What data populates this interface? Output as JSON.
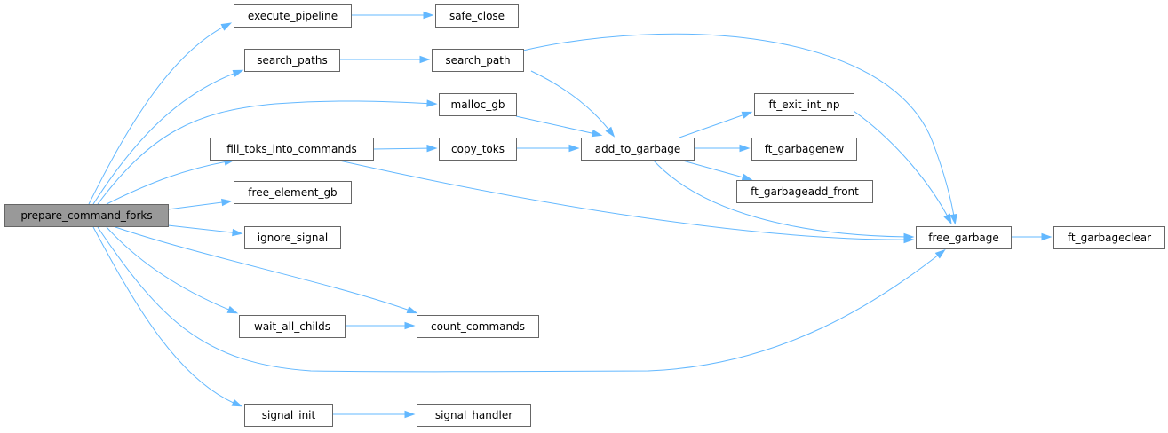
{
  "graph": {
    "accent_color": "#63b8ff",
    "root_fill": "#999999",
    "nodes": [
      {
        "id": "prepare_command_forks",
        "label": "prepare_command_forks",
        "root": true
      },
      {
        "id": "execute_pipeline",
        "label": "execute_pipeline"
      },
      {
        "id": "safe_close",
        "label": "safe_close"
      },
      {
        "id": "search_paths",
        "label": "search_paths"
      },
      {
        "id": "search_path",
        "label": "search_path"
      },
      {
        "id": "malloc_gb",
        "label": "malloc_gb"
      },
      {
        "id": "fill_toks_into_commands",
        "label": "fill_toks_into_commands"
      },
      {
        "id": "copy_toks",
        "label": "copy_toks"
      },
      {
        "id": "add_to_garbage",
        "label": "add_to_garbage"
      },
      {
        "id": "ft_exit_int_np",
        "label": "ft_exit_int_np"
      },
      {
        "id": "ft_garbagenew",
        "label": "ft_garbagenew"
      },
      {
        "id": "ft_garbageadd_front",
        "label": "ft_garbageadd_front"
      },
      {
        "id": "free_element_gb",
        "label": "free_element_gb"
      },
      {
        "id": "ignore_signal",
        "label": "ignore_signal"
      },
      {
        "id": "free_garbage",
        "label": "free_garbage"
      },
      {
        "id": "ft_garbageclear",
        "label": "ft_garbageclear"
      },
      {
        "id": "wait_all_childs",
        "label": "wait_all_childs"
      },
      {
        "id": "count_commands",
        "label": "count_commands"
      },
      {
        "id": "signal_init",
        "label": "signal_init"
      },
      {
        "id": "signal_handler",
        "label": "signal_handler"
      }
    ],
    "edges": [
      {
        "from": "prepare_command_forks",
        "to": "execute_pipeline"
      },
      {
        "from": "prepare_command_forks",
        "to": "search_paths"
      },
      {
        "from": "prepare_command_forks",
        "to": "malloc_gb"
      },
      {
        "from": "prepare_command_forks",
        "to": "fill_toks_into_commands"
      },
      {
        "from": "prepare_command_forks",
        "to": "free_element_gb"
      },
      {
        "from": "prepare_command_forks",
        "to": "ignore_signal"
      },
      {
        "from": "prepare_command_forks",
        "to": "count_commands"
      },
      {
        "from": "prepare_command_forks",
        "to": "wait_all_childs"
      },
      {
        "from": "prepare_command_forks",
        "to": "free_garbage"
      },
      {
        "from": "prepare_command_forks",
        "to": "signal_init"
      },
      {
        "from": "execute_pipeline",
        "to": "safe_close"
      },
      {
        "from": "search_paths",
        "to": "search_path"
      },
      {
        "from": "search_path",
        "to": "add_to_garbage"
      },
      {
        "from": "search_path",
        "to": "free_garbage"
      },
      {
        "from": "malloc_gb",
        "to": "add_to_garbage"
      },
      {
        "from": "fill_toks_into_commands",
        "to": "copy_toks"
      },
      {
        "from": "fill_toks_into_commands",
        "to": "free_garbage"
      },
      {
        "from": "copy_toks",
        "to": "add_to_garbage"
      },
      {
        "from": "add_to_garbage",
        "to": "ft_exit_int_np"
      },
      {
        "from": "add_to_garbage",
        "to": "ft_garbagenew"
      },
      {
        "from": "add_to_garbage",
        "to": "ft_garbageadd_front"
      },
      {
        "from": "add_to_garbage",
        "to": "free_garbage"
      },
      {
        "from": "ft_exit_int_np",
        "to": "free_garbage"
      },
      {
        "from": "free_garbage",
        "to": "ft_garbageclear"
      },
      {
        "from": "wait_all_childs",
        "to": "count_commands"
      },
      {
        "from": "signal_init",
        "to": "signal_handler"
      }
    ]
  }
}
